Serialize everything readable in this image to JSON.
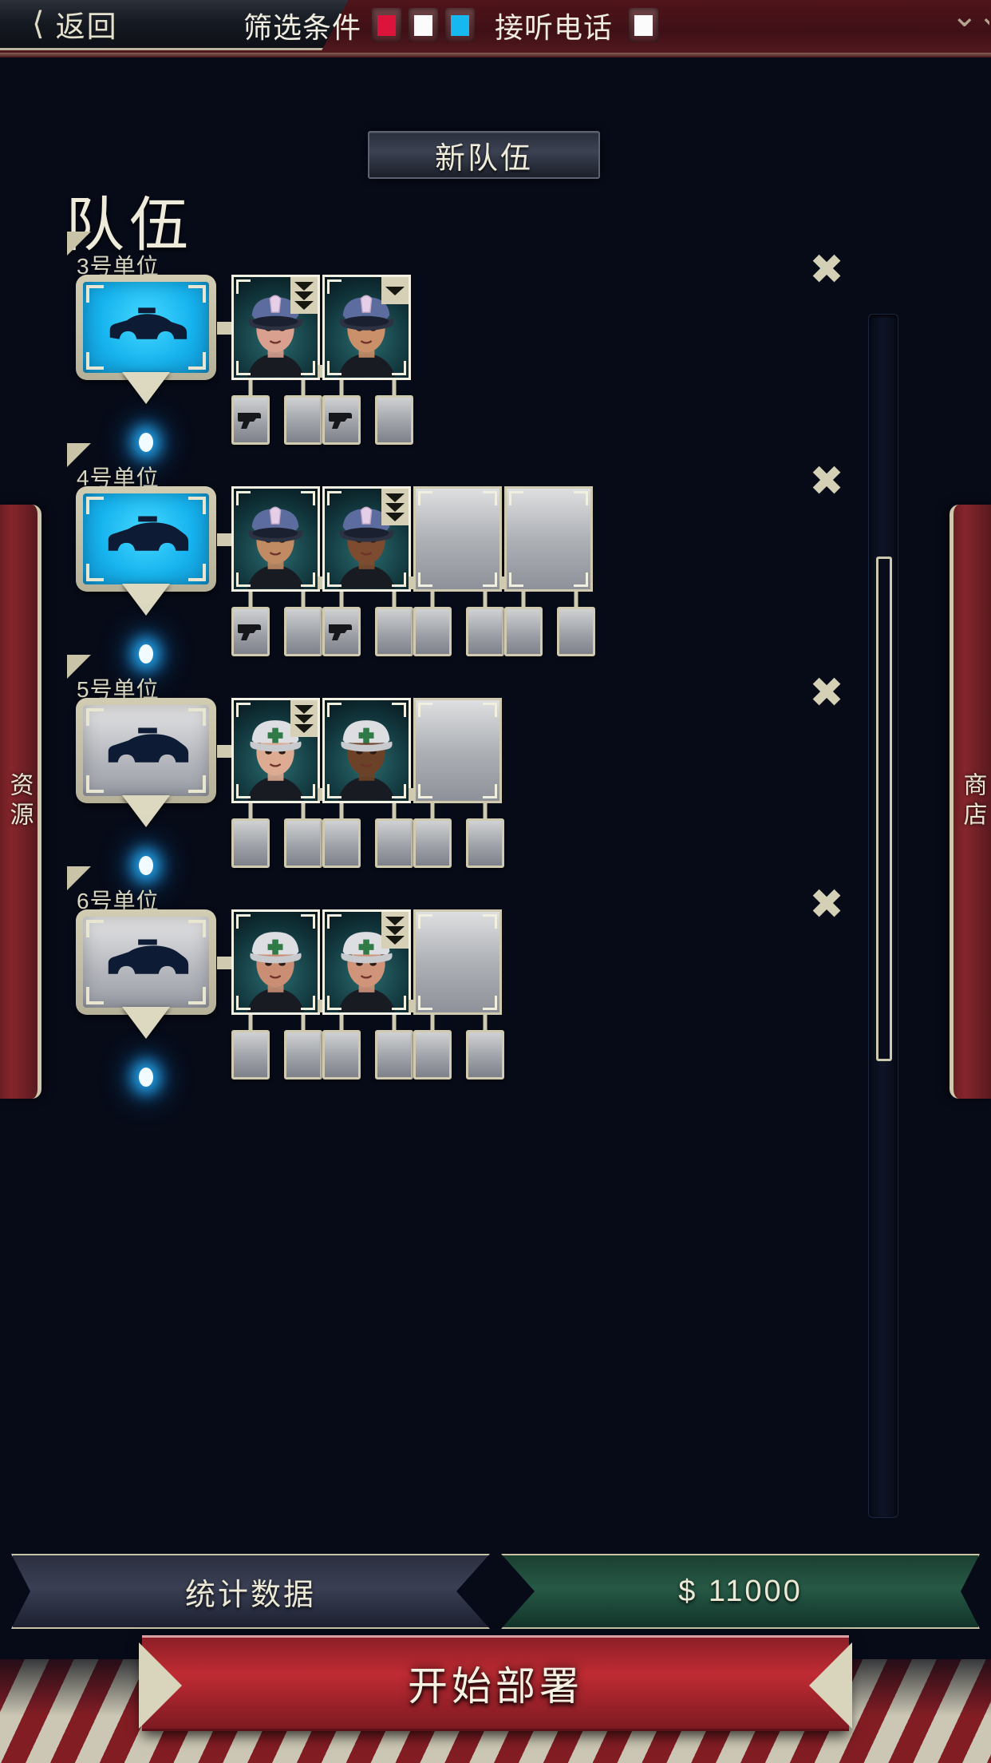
{
  "header": {
    "back_label": "返回",
    "back_icon": "chevron-left-icon",
    "filter_label": "筛选条件",
    "filters": [
      {
        "name": "filter-red",
        "color": "#DC143C",
        "checked": true
      },
      {
        "name": "filter-white",
        "color": "#FBFBFB",
        "checked": true
      },
      {
        "name": "filter-cyan",
        "color": "#17B8F0",
        "checked": true
      }
    ],
    "call_label": "接听电话",
    "call_toggle": {
      "name": "call-toggle",
      "color": "#FBFBFB",
      "checked": true
    },
    "corner_icon": "double-chevron-down-icon"
  },
  "side_tabs": {
    "left": {
      "label": "资源",
      "name": "tab-resources"
    },
    "right": {
      "label": "商店",
      "name": "tab-shop"
    }
  },
  "page": {
    "title": "队伍",
    "new_team_label": "新队伍"
  },
  "units": [
    {
      "name": "3号单位",
      "vehicle": {
        "type": "police-car",
        "state": "active",
        "icon": "police-car-icon"
      },
      "close_icon": "close-x-icon",
      "crew": [
        {
          "type": "officer",
          "portrait": "officer-female-pale",
          "rank": 3,
          "gear": [
            "pistol",
            "empty"
          ]
        },
        {
          "type": "officer",
          "portrait": "officer-male-asian",
          "rank": 1,
          "gear": [
            "pistol",
            "empty"
          ]
        }
      ]
    },
    {
      "name": "4号单位",
      "vehicle": {
        "type": "police-van",
        "state": "active",
        "icon": "police-van-icon"
      },
      "close_icon": "close-x-icon",
      "crew": [
        {
          "type": "officer",
          "portrait": "officer-female-tan",
          "rank": 0,
          "gear": [
            "pistol",
            "empty"
          ]
        },
        {
          "type": "officer",
          "portrait": "officer-male-dark",
          "rank": 3,
          "gear": [
            "pistol",
            "empty"
          ]
        },
        {
          "type": "empty",
          "portrait": "empty-slot",
          "rank": 0,
          "gear": [
            "empty",
            "empty"
          ]
        },
        {
          "type": "empty",
          "portrait": "empty-slot",
          "rank": 0,
          "gear": [
            "empty",
            "empty"
          ]
        }
      ]
    },
    {
      "name": "5号单位",
      "vehicle": {
        "type": "ambulance",
        "state": "idle",
        "icon": "ambulance-icon"
      },
      "close_icon": "close-x-icon",
      "crew": [
        {
          "type": "medic",
          "portrait": "medic-female-redhair",
          "rank": 3,
          "gear": [
            "empty",
            "empty"
          ]
        },
        {
          "type": "medic",
          "portrait": "medic-male-dark",
          "rank": 0,
          "gear": [
            "empty",
            "empty"
          ]
        },
        {
          "type": "empty",
          "portrait": "empty-slot",
          "rank": 0,
          "gear": [
            "empty",
            "empty"
          ]
        }
      ]
    },
    {
      "name": "6号单位",
      "vehicle": {
        "type": "ambulance",
        "state": "idle",
        "icon": "ambulance-icon"
      },
      "close_icon": "close-x-icon",
      "crew": [
        {
          "type": "medic",
          "portrait": "medic-male-young",
          "rank": 0,
          "gear": [
            "empty",
            "empty"
          ]
        },
        {
          "type": "medic",
          "portrait": "medic-male-thin",
          "rank": 3,
          "gear": [
            "empty",
            "empty"
          ]
        },
        {
          "type": "empty",
          "portrait": "empty-slot",
          "rank": 0,
          "gear": [
            "empty",
            "empty"
          ]
        }
      ]
    }
  ],
  "scrollbar": {
    "name": "unit-list-scrollbar",
    "thumb_top_pct": 20,
    "thumb_height_pct": 42
  },
  "bottom": {
    "stats_label": "统计数据",
    "money_label": "$ 11000",
    "deploy_label": "开始部署"
  }
}
